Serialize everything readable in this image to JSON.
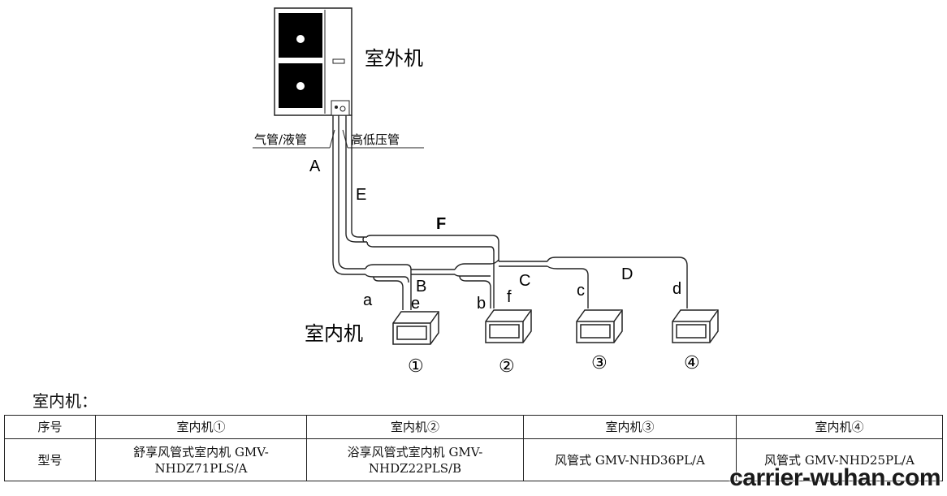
{
  "diagram": {
    "outdoor_label": "室外机",
    "indoor_label": "室内机",
    "gas_liquid_label": "气管/液管",
    "hp_lp_label": "高低压管",
    "segment_labels": {
      "A": "A",
      "B": "B",
      "C": "C",
      "D": "D",
      "E": "E",
      "F": "F",
      "a": "a",
      "b": "b",
      "c": "c",
      "d": "d",
      "e": "e",
      "f": "f"
    },
    "unit_numbers": [
      "①",
      "②",
      "③",
      "④"
    ]
  },
  "section_title": "室内机：",
  "table": {
    "header": [
      "序号",
      "室内机①",
      "室内机②",
      "室内机③",
      "室内机④"
    ],
    "model_row_label": "型号",
    "models": [
      [
        "舒享风管式室内机 GMV-",
        "NHDZ71PLS/A"
      ],
      [
        "浴享风管式室内机 GMV-",
        "NHDZ22PLS/B"
      ],
      [
        "风管式 GMV-NHD36PL/A"
      ],
      [
        "风管式 GMV-NHD25PL/A"
      ]
    ]
  },
  "watermark": "carrier-wuhan.com"
}
